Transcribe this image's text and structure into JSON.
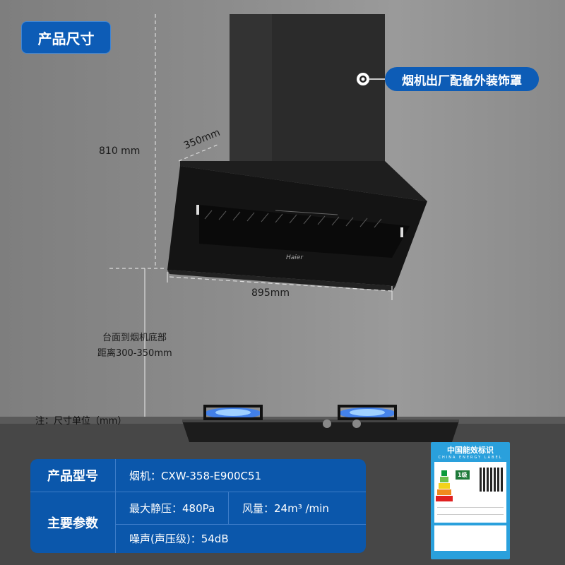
{
  "title_badge": "产品尺寸",
  "callout": "烟机出厂配备外装饰罩",
  "dimensions": {
    "height": "810 mm",
    "depth": "350mm",
    "width": "895mm",
    "install_line1": "台面到烟机底部",
    "install_line2": "距离300-350mm",
    "unit_note": "注：尺寸单位（mm）"
  },
  "brand": "Haier",
  "spec_table": {
    "model_header": "产品型号",
    "model_value": "烟机：CXW-358-E900C51",
    "params_header": "主要参数",
    "static_pressure": "最大静压：480Pa",
    "airflow": "风量：24m³ /min",
    "noise": "噪声(声压级)：54dB"
  },
  "energy_label": {
    "title": "中国能效标识",
    "subtitle": "CHINA ENERGY LABEL",
    "grade": "1级",
    "grade_number": 1
  },
  "colors": {
    "accent_blue": "#0d5cb6",
    "label_blue": "#2aa0dc",
    "flame_blue": "#2f7dff"
  }
}
